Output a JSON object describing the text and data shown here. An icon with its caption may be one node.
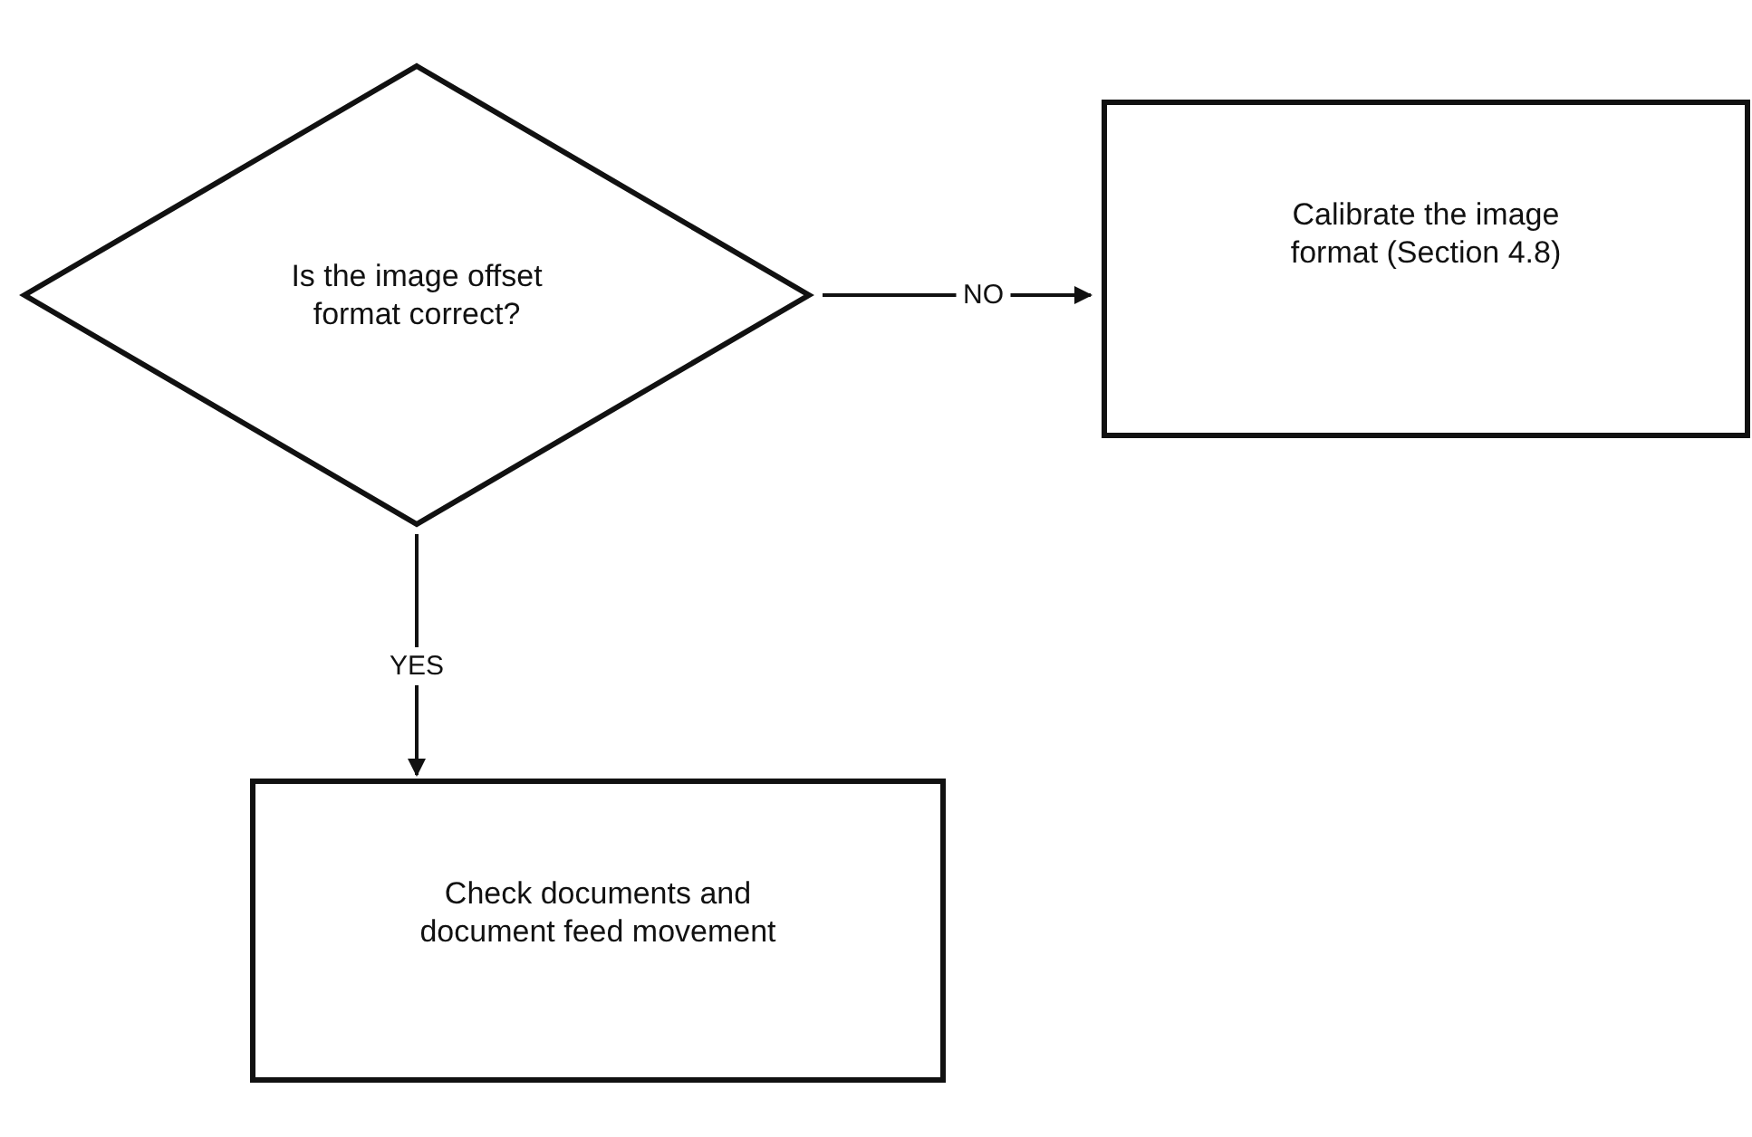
{
  "diagram": {
    "nodes": [
      {
        "text": [
          "Is the image offset format correct?"
        ]
      },
      {
        "text": [
          "Calibrate the image format (Section 4.8)"
        ]
      },
      {
        "text": [
          "Check documents and document feed movement"
        ]
      }
    ],
    "edges": [
      {
        "from": 0,
        "to": 1,
        "arrow": "to",
        "label": "NO"
      },
      {
        "from": 0,
        "to": 2,
        "arrow": "to",
        "label": "YES"
      }
    ]
  }
}
